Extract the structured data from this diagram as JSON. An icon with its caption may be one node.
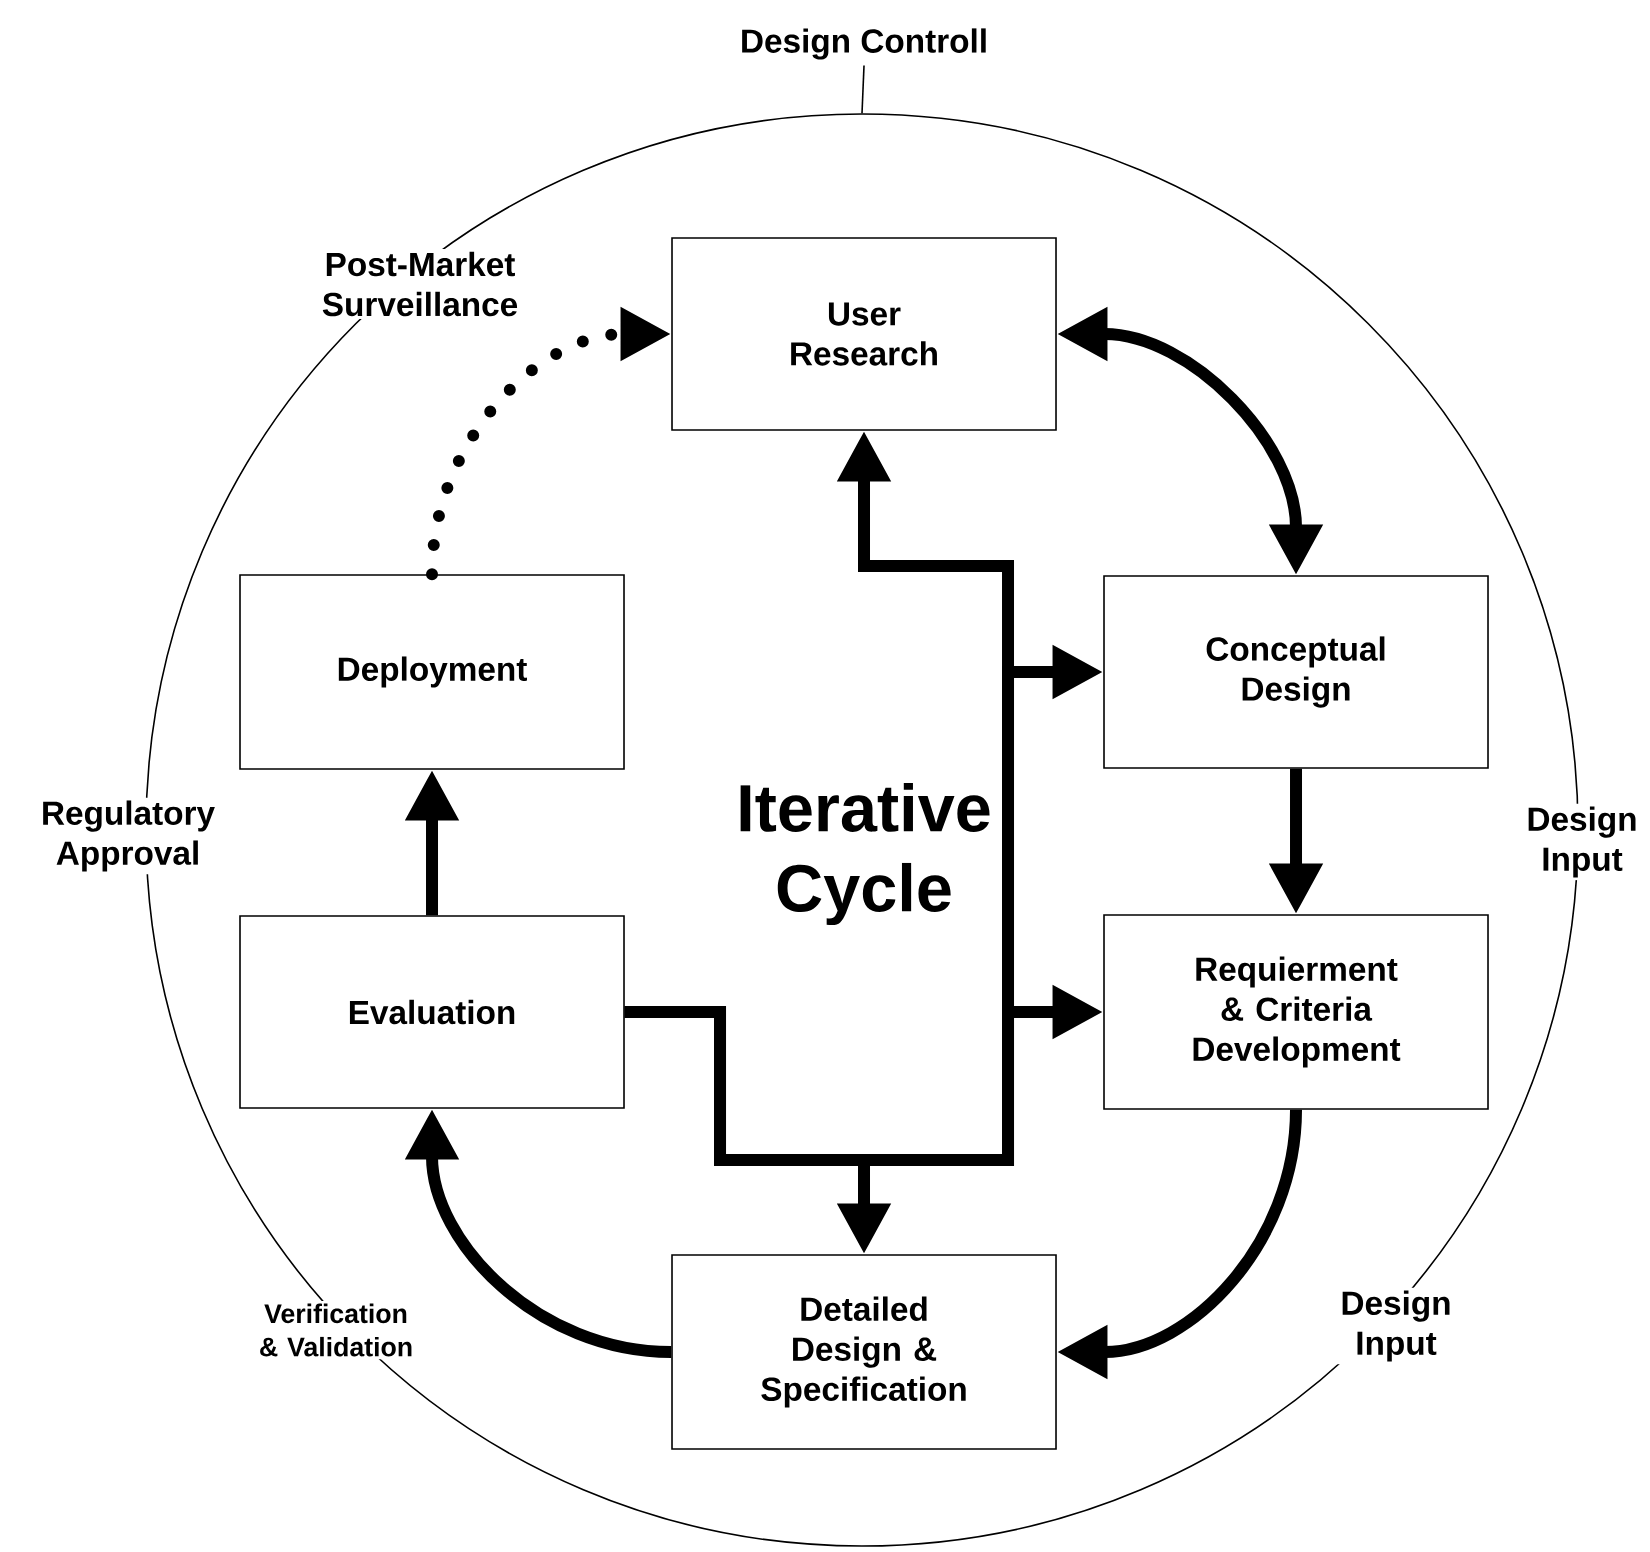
{
  "diagram": {
    "nodes": [
      {
        "text": [],
        "shape": "circle"
      },
      {
        "text": [
          "Design Controll"
        ]
      },
      {
        "text": [
          "User Research"
        ],
        "in": 0
      },
      {
        "text": [
          "Conceptual Design"
        ],
        "in": 0
      },
      {
        "text": [
          "Requierment & Criteria Development"
        ],
        "in": 0
      },
      {
        "text": [
          "Detailed Design & Specification"
        ],
        "in": 0
      },
      {
        "text": [
          "Evaluation"
        ],
        "in": 0
      },
      {
        "text": [
          "Deployment"
        ],
        "in": 0
      }
    ],
    "edges": [
      {
        "from": 1,
        "to": 0,
        "arrow": "none"
      },
      {
        "from": 7,
        "to": 2,
        "arrow": "to",
        "style": "dashed"
      },
      {
        "from": 2,
        "to": 3,
        "arrow": "both"
      },
      {
        "from": 3,
        "to": 4,
        "arrow": "to"
      },
      {
        "from": 4,
        "to": 5,
        "arrow": "to"
      },
      {
        "from": 5,
        "to": 6,
        "arrow": "to"
      },
      {
        "from": 6,
        "to": 7,
        "arrow": "to"
      },
      {
        "from": 6,
        "to": 2,
        "arrow": "to"
      },
      {
        "from": 6,
        "to": 3,
        "arrow": "to"
      },
      {
        "from": 6,
        "to": 4,
        "arrow": "to"
      },
      {
        "from": 6,
        "to": 5,
        "arrow": "to"
      }
    ],
    "labels": [
      "Post-Market Surveillance",
      "Regulatory Approval",
      "Design Input",
      "Iterative Cycle",
      "Verification & Validation",
      "Design Input"
    ]
  }
}
